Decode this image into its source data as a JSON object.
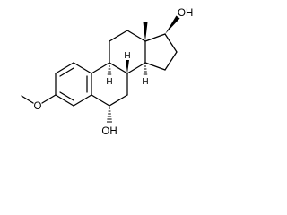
{
  "molecule": {
    "labels": {
      "oh_top": "OH",
      "oh_bottom": "OH",
      "methoxy_o": "O",
      "h_8": "H",
      "h_9": "H",
      "h_14": "H"
    },
    "colors": {
      "ink": "#000000",
      "background": "#ffffff"
    }
  }
}
